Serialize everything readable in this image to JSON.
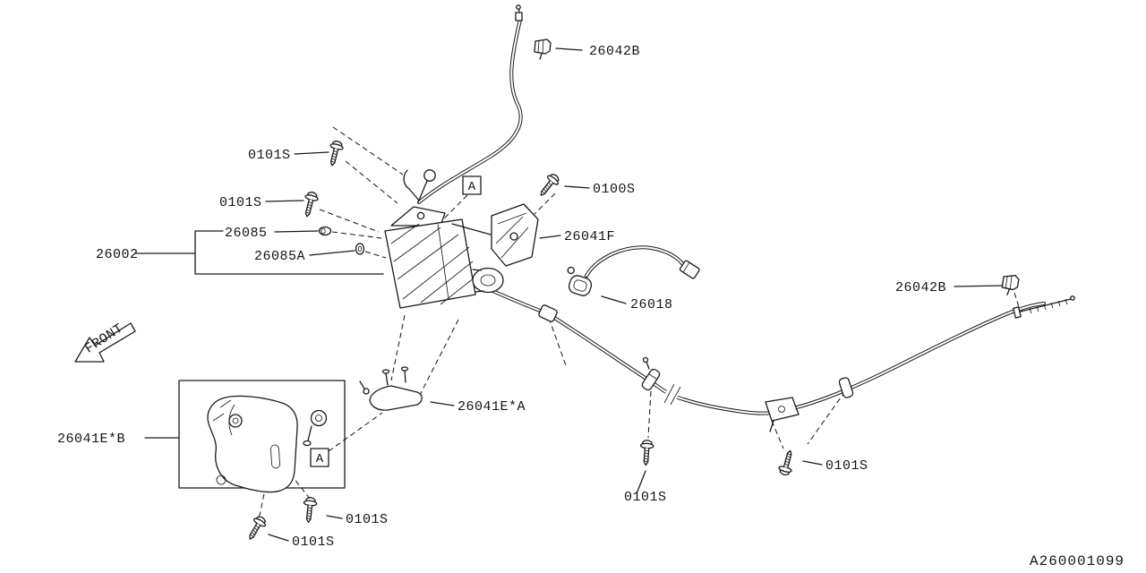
{
  "diagram": {
    "drawing_number": "A260001099",
    "front_label": "FRONT",
    "section_marker": "A",
    "line_color": "#1a1a1a",
    "background": "#ffffff"
  },
  "parts": {
    "actuator_assembly": "26002",
    "cap": "26085",
    "grommet": "26085A",
    "screw_small": "0101S",
    "screw_flange": "0100S",
    "bracket_f": "26041F",
    "clamp": "26018",
    "cable_clip": "26042B",
    "bracket_ea": "26041E*A",
    "bracket_eb": "26041E*B"
  }
}
